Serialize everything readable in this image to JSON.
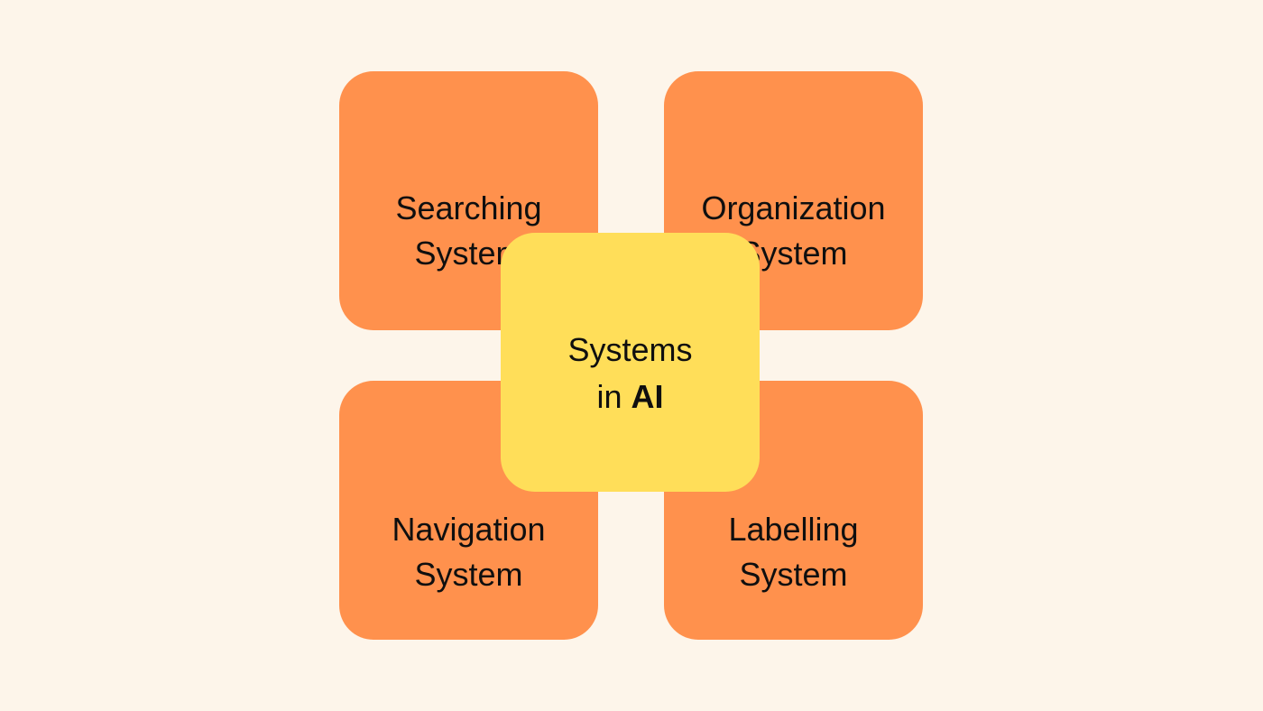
{
  "diagram": {
    "center": {
      "line1": "Systems",
      "line2_prefix": "in",
      "line2_bold": "AI",
      "fill": "#ffde59"
    },
    "cards": [
      {
        "line1": "Searching",
        "line2": "System",
        "fill": "#ff914d"
      },
      {
        "line1": "Organization",
        "line2": "System",
        "fill": "#ff914d"
      },
      {
        "line1": "Navigation",
        "line2": "System",
        "fill": "#ff914d"
      },
      {
        "line1": "Labelling",
        "line2": "System",
        "fill": "#ff914d"
      }
    ],
    "background": "#fdf5ea"
  }
}
